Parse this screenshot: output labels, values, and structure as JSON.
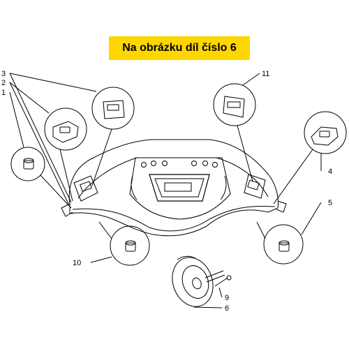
{
  "banner": {
    "text": "Na obrázku díl číslo 6"
  },
  "parts": {
    "p1": "1",
    "p2": "2",
    "p3": "3",
    "p4": "4",
    "p5": "5",
    "p6": "6",
    "p9": "9",
    "p10": "10",
    "p11": "11"
  },
  "colors": {
    "banner_bg": "#ffd700",
    "line": "#000000"
  }
}
